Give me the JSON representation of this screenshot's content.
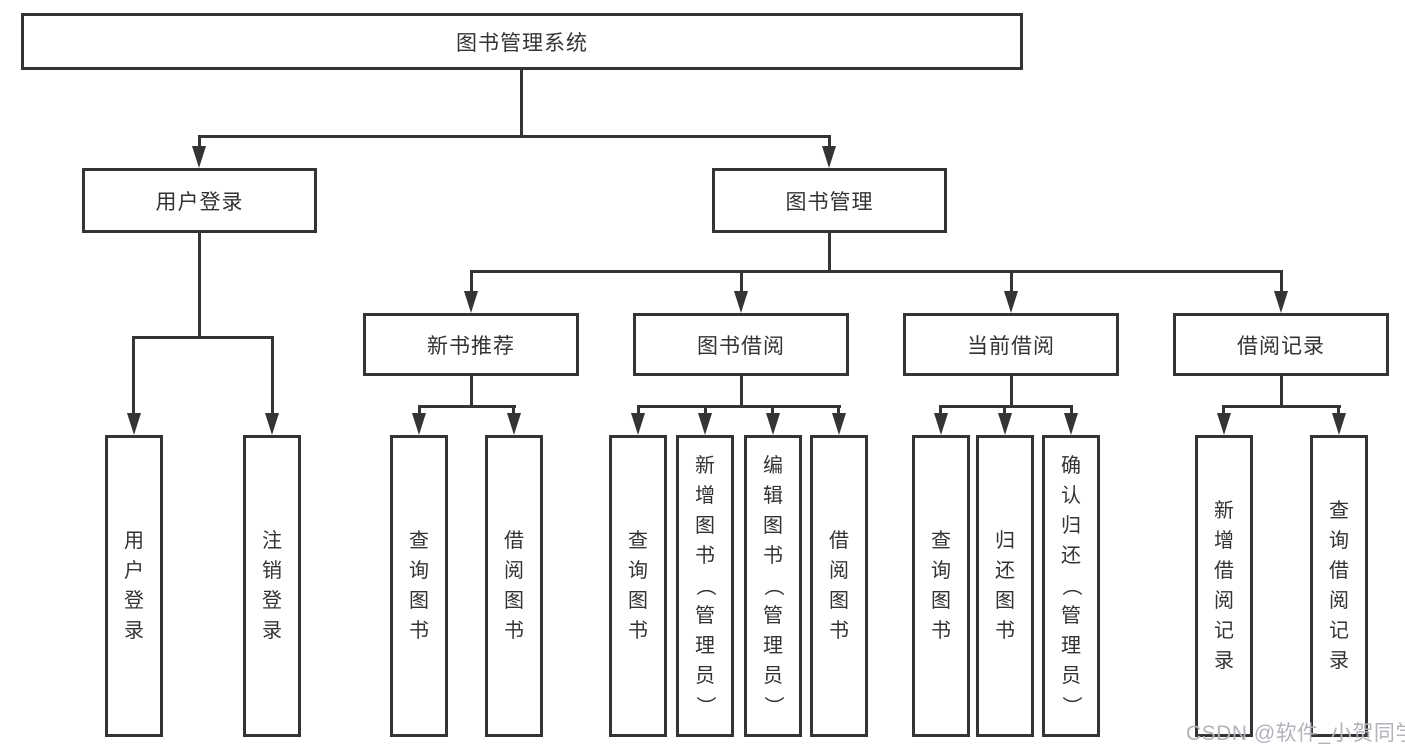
{
  "diagram_title": "图书管理系统",
  "nodes": {
    "root": "图书管理系统",
    "level2": [
      {
        "label": "用户登录"
      },
      {
        "label": "图书管理"
      }
    ],
    "user_login_children": [
      "用户登录",
      "注销登录"
    ],
    "book_mgmt_children": [
      {
        "label": "新书推荐",
        "children": [
          "查询图书",
          "借阅图书"
        ]
      },
      {
        "label": "图书借阅",
        "children": [
          "查询图书",
          "新增图书（管理员）",
          "编辑图书（管理员）",
          "借阅图书"
        ]
      },
      {
        "label": "当前借阅",
        "children": [
          "查询图书",
          "归还图书",
          "确认归还（管理员）"
        ]
      },
      {
        "label": "借阅记录",
        "children": [
          "新增借阅记录",
          "查询借阅记录"
        ]
      }
    ]
  },
  "watermark": "CSDN @软件_小贺同学",
  "colors": {
    "line": "#343434",
    "text": "#333333",
    "box_background": "#ffffff",
    "page_background": "#ffffff",
    "watermark": "#b2b3bb"
  }
}
